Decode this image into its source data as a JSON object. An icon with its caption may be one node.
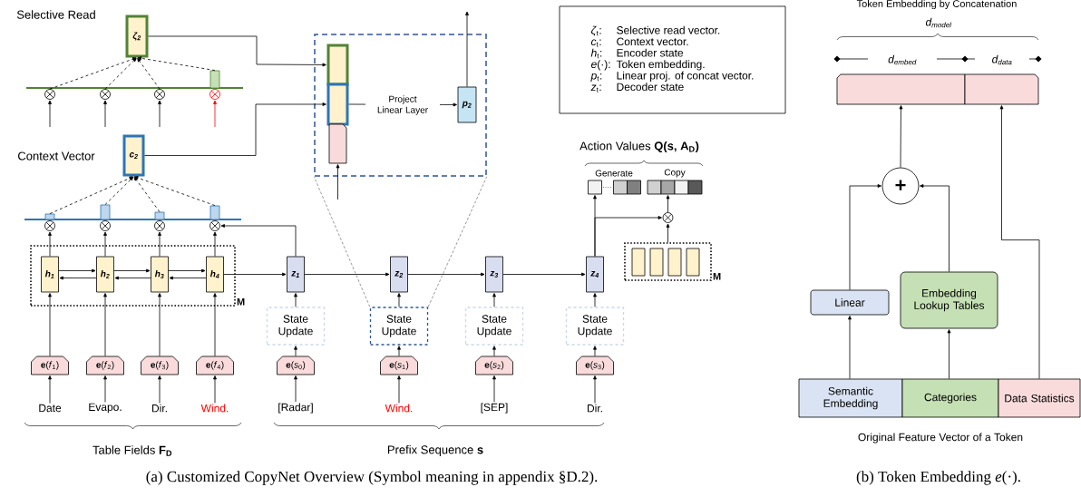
{
  "diagram": {
    "nodes": [
      {
        "text": [
          "ζ$_{2}$"
        ]
      },
      {
        "text": [
          "c$_{2}$"
        ]
      },
      {
        "text": [],
        "shape": "box"
      },
      {
        "text": [],
        "shape": "box",
        "in": 2
      },
      {
        "text": [],
        "shape": "box",
        "in": 2
      },
      {
        "text": [],
        "shape": "box",
        "in": 2
      },
      {
        "text": [
          "p$_{2}$"
        ],
        "in": 2
      },
      {
        "text": [
          "*ζ*$_{t}$:",
          "Selective read vector.",
          "*c*$_{t}$:",
          "Context vector.",
          "*h*$_{t}$:",
          "Encoder state",
          "*e*(·):",
          "Token embedding.",
          "*p*$_{t}$:",
          "Linear proj. of concat vector.",
          "*z*$_{t}$:",
          "Decoder state"
        ]
      },
      {
        "text": [
          "M"
        ]
      },
      {
        "text": [
          "h$_{1}$"
        ],
        "in": 8
      },
      {
        "text": [
          "h$_{2}$"
        ],
        "in": 8
      },
      {
        "text": [
          "h$_{3}$"
        ],
        "in": 8
      },
      {
        "text": [
          "h$_{4}$"
        ],
        "in": 8
      },
      {
        "text": [
          "**e**(*f*$_{1}$)"
        ]
      },
      {
        "text": [
          "**e**(*f*$_{2}$)"
        ]
      },
      {
        "text": [
          "**e**(*f*$_{3}$)"
        ]
      },
      {
        "text": [
          "**e**(*f*$_{4}$)"
        ]
      },
      {
        "text": [
          "Date"
        ]
      },
      {
        "text": [
          "Evapo."
        ]
      },
      {
        "text": [
          "Dir."
        ]
      },
      {
        "text": [
          "Wind."
        ]
      },
      {
        "text": [
          "z$_{1}$"
        ]
      },
      {
        "text": [
          "z$_{2}$"
        ]
      },
      {
        "text": [
          "z$_{3}$"
        ]
      },
      {
        "text": [
          "z$_{4}$"
        ]
      },
      {
        "text": [
          "State Update"
        ]
      },
      {
        "text": [
          "State Update"
        ]
      },
      {
        "text": [
          "State Update"
        ]
      },
      {
        "text": [
          "State Update"
        ]
      },
      {
        "text": [
          "**e**(*s*$_{0}$)"
        ]
      },
      {
        "text": [
          "**e**(*s*$_{1}$)"
        ]
      },
      {
        "text": [
          "**e**(*s*$_{2}$)"
        ]
      },
      {
        "text": [
          "**e**(*s*$_{3}$)"
        ]
      },
      {
        "text": [
          "[Radar]"
        ]
      },
      {
        "text": [
          "Wind."
        ]
      },
      {
        "text": [
          "[SEP]"
        ]
      },
      {
        "text": [
          "Dir."
        ]
      },
      {
        "text": [],
        "shape": "box"
      },
      {
        "text": [],
        "shape": "box"
      },
      {
        "text": [],
        "shape": "box"
      },
      {
        "text": [],
        "shape": "box"
      },
      {
        "text": [],
        "shape": "box"
      },
      {
        "text": [],
        "shape": "box"
      },
      {
        "text": [],
        "shape": "box"
      },
      {
        "text": [],
        "shape": "circle"
      },
      {
        "text": [
          "M"
        ]
      },
      {
        "text": [],
        "shape": "box",
        "in": 45
      },
      {
        "text": [],
        "shape": "box",
        "in": 45
      },
      {
        "text": [],
        "shape": "box",
        "in": 45
      },
      {
        "text": [],
        "shape": "box",
        "in": 45
      },
      {
        "text": [],
        "shape": "circle"
      },
      {
        "text": [],
        "shape": "circle"
      },
      {
        "text": [],
        "shape": "circle"
      },
      {
        "text": [],
        "shape": "circle"
      },
      {
        "text": [],
        "shape": "circle"
      },
      {
        "text": [],
        "shape": "circle"
      },
      {
        "text": [],
        "shape": "circle"
      },
      {
        "text": [],
        "shape": "circle"
      },
      {
        "text": [],
        "shape": "bar"
      },
      {
        "text": [],
        "shape": "bar"
      },
      {
        "text": [],
        "shape": "bar"
      },
      {
        "text": [],
        "shape": "bar"
      },
      {
        "text": [],
        "shape": "bar"
      },
      {
        "text": [],
        "shape": "box"
      },
      {
        "text": [],
        "shape": "box"
      },
      {
        "text": [
          "+"
        ]
      },
      {
        "text": [
          "Linear"
        ]
      },
      {
        "text": [
          "Embedding Lookup Tables"
        ]
      },
      {
        "text": [
          "Semantic Embedding"
        ]
      },
      {
        "text": [
          "Categories"
        ]
      },
      {
        "text": [
          "Data Statistics"
        ]
      }
    ],
    "edges": [
      {
        "from": 0,
        "to": 3,
        "arrow": "to"
      },
      {
        "from": 1,
        "to": 4,
        "arrow": "to"
      },
      {
        "from": 4,
        "to": 6,
        "arrow": "to",
        "label": "Project Linear Layer"
      },
      {
        "from": 6,
        "to": null,
        "arrow": "to"
      },
      {
        "from": null,
        "to": 5,
        "arrow": "to"
      },
      {
        "from": 50,
        "to": 0,
        "arrow": "to",
        "style": "dashed"
      },
      {
        "from": 51,
        "to": 0,
        "arrow": "to",
        "style": "dashed"
      },
      {
        "from": 52,
        "to": 0,
        "arrow": "to",
        "style": "dashed"
      },
      {
        "from": 58,
        "to": 0,
        "arrow": "to",
        "style": "dashed"
      },
      {
        "from": 59,
        "to": 1,
        "arrow": "to",
        "style": "dashed"
      },
      {
        "from": 60,
        "to": 1,
        "arrow": "to",
        "style": "dashed"
      },
      {
        "from": 61,
        "to": 1,
        "arrow": "to",
        "style": "dashed"
      },
      {
        "from": 62,
        "to": 1,
        "arrow": "to",
        "style": "dashed"
      },
      {
        "from": null,
        "to": 50,
        "arrow": "to"
      },
      {
        "from": null,
        "to": 51,
        "arrow": "to"
      },
      {
        "from": null,
        "to": 52,
        "arrow": "to"
      },
      {
        "from": null,
        "to": 53,
        "arrow": "to",
        "color": "#ff0000"
      },
      {
        "from": 9,
        "to": 54,
        "arrow": "to"
      },
      {
        "from": 10,
        "to": 55,
        "arrow": "to"
      },
      {
        "from": 11,
        "to": 56,
        "arrow": "to"
      },
      {
        "from": 12,
        "to": 57,
        "arrow": "to"
      },
      {
        "from": 9,
        "to": 10,
        "arrow": "to"
      },
      {
        "from": 10,
        "to": 9,
        "arrow": "to"
      },
      {
        "from": 10,
        "to": 11,
        "arrow": "to"
      },
      {
        "from": 11,
        "to": 10,
        "arrow": "to"
      },
      {
        "from": 11,
        "to": 12,
        "arrow": "to"
      },
      {
        "from": 12,
        "to": 11,
        "arrow": "to"
      },
      {
        "from": 13,
        "to": 9,
        "arrow": "to"
      },
      {
        "from": 14,
        "to": 10,
        "arrow": "to"
      },
      {
        "from": 15,
        "to": 11,
        "arrow": "to"
      },
      {
        "from": 16,
        "to": 12,
        "arrow": "to"
      },
      {
        "from": 17,
        "to": 13,
        "arrow": "to"
      },
      {
        "from": 18,
        "to": 14,
        "arrow": "to"
      },
      {
        "from": 19,
        "to": 15,
        "arrow": "to"
      },
      {
        "from": 20,
        "to": 16,
        "arrow": "to"
      },
      {
        "from": 12,
        "to": 21,
        "arrow": "to"
      },
      {
        "from": 21,
        "to": 22,
        "arrow": "to"
      },
      {
        "from": 22,
        "to": 23,
        "arrow": "to"
      },
      {
        "from": 23,
        "to": 24,
        "arrow": "to"
      },
      {
        "from": 21,
        "to": 57,
        "arrow": "to"
      },
      {
        "from": 25,
        "to": 21,
        "arrow": "to"
      },
      {
        "from": 26,
        "to": 22,
        "arrow": "to"
      },
      {
        "from": 27,
        "to": 23,
        "arrow": "to"
      },
      {
        "from": 28,
        "to": 24,
        "arrow": "to"
      },
      {
        "from": 29,
        "to": 25,
        "arrow": "to"
      },
      {
        "from": 30,
        "to": 26,
        "arrow": "to"
      },
      {
        "from": 31,
        "to": 27,
        "arrow": "to"
      },
      {
        "from": 32,
        "to": 28,
        "arrow": "to"
      },
      {
        "from": 33,
        "to": 29,
        "arrow": "to"
      },
      {
        "from": 34,
        "to": 30,
        "arrow": "to"
      },
      {
        "from": 35,
        "to": 31,
        "arrow": "to"
      },
      {
        "from": 36,
        "to": 32,
        "arrow": "to"
      },
      {
        "from": 24,
        "to": 37,
        "arrow": "to"
      },
      {
        "from": 24,
        "to": 44,
        "arrow": "to"
      },
      {
        "from": 45,
        "to": 44,
        "arrow": "to"
      },
      {
        "from": 44,
        "to": 41,
        "arrow": "to"
      },
      {
        "from": 26,
        "to": 2,
        "arrow": "none",
        "style": "dashed"
      },
      {
        "from": 26,
        "to": 2,
        "arrow": "none",
        "style": "dashed"
      },
      {
        "from": 68,
        "to": 66,
        "arrow": "to"
      },
      {
        "from": 66,
        "to": 65,
        "arrow": "to"
      },
      {
        "from": 69,
        "to": 67,
        "arrow": "to"
      },
      {
        "from": 67,
        "to": 65,
        "arrow": "to"
      },
      {
        "from": 70,
        "to": 64,
        "arrow": "to"
      },
      {
        "from": 65,
        "to": 63,
        "arrow": "to"
      }
    ],
    "labels": [
      "Selective Read",
      "Context Vector",
      "Action Values **Q(s, A$_{D}$)**",
      "Generate",
      "Copy",
      "Table Fields **F$_{D}$**",
      "Prefix Sequence **s**",
      "(a) Customized CopyNet Overview (Symbol meaning in appendix §D.2).",
      "Token Embedding by Concatenation",
      "d$_{model}$",
      "d$_{embed}$",
      "d$_{data}$",
      "Original Feature Vector of a Token",
      "(b) Token Embedding *e*(·)."
    ]
  }
}
